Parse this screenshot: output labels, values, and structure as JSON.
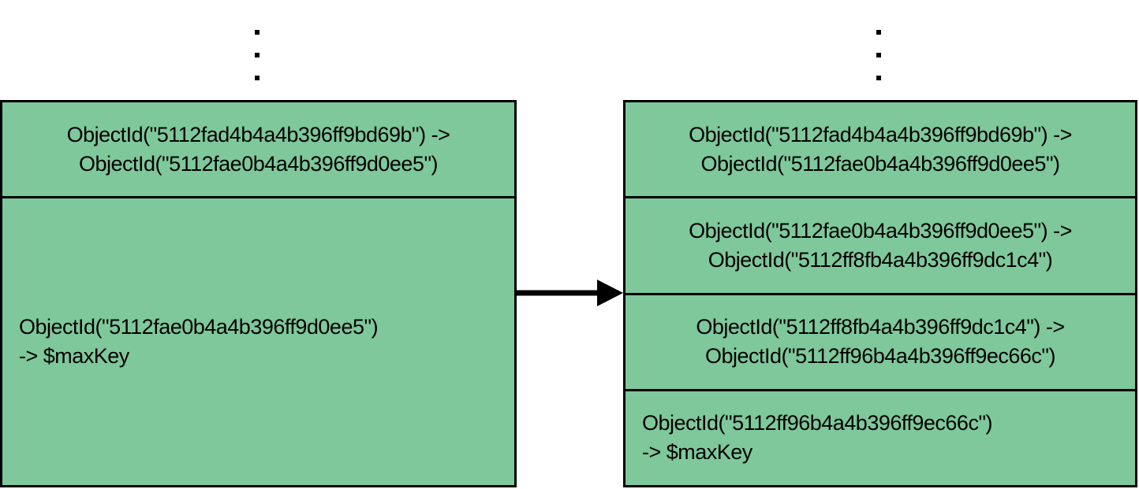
{
  "figure": {
    "colors": {
      "chunk_fill": "#7ec89b",
      "border": "#000000",
      "arrow": "#000000",
      "background": "#ffffff"
    },
    "left_chunk": {
      "cells": [
        {
          "lines": [
            "ObjectId(\"5112fad4b4a4b396ff9bd69b\") ->",
            "ObjectId(\"5112fae0b4a4b396ff9d0ee5\")"
          ]
        },
        {
          "lines": [
            "ObjectId(\"5112fae0b4a4b396ff9d0ee5\")",
            "-> $maxKey"
          ]
        }
      ]
    },
    "right_chunk": {
      "cells": [
        {
          "lines": [
            "ObjectId(\"5112fad4b4a4b396ff9bd69b\") ->",
            "ObjectId(\"5112fae0b4a4b396ff9d0ee5\")"
          ]
        },
        {
          "lines": [
            "ObjectId(\"5112fae0b4a4b396ff9d0ee5\") ->",
            "ObjectId(\"5112ff8fb4a4b396ff9dc1c4\")"
          ]
        },
        {
          "lines": [
            "ObjectId(\"5112ff8fb4a4b396ff9dc1c4\") ->",
            "ObjectId(\"5112ff96b4a4b396ff9ec66c\")"
          ]
        },
        {
          "lines": [
            "ObjectId(\"5112ff96b4a4b396ff9ec66c\")",
            "-> $maxKey"
          ]
        }
      ]
    }
  }
}
